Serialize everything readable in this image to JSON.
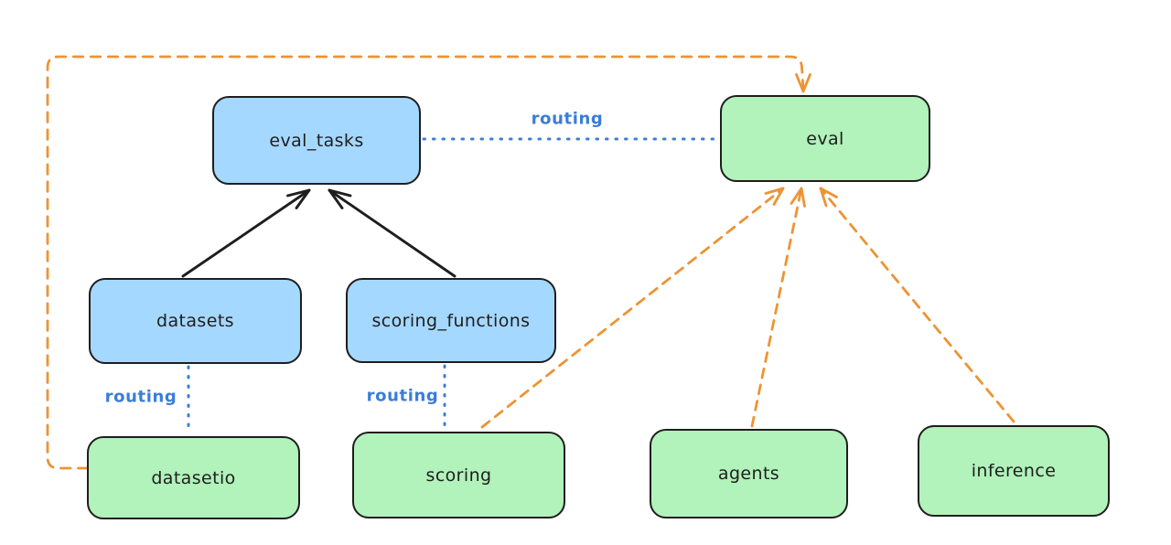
{
  "colors": {
    "background": "#ffffff",
    "node_stroke": "#1e1e1e",
    "blue_fill": "#a5d8ff",
    "green_fill": "#b2f2bb",
    "routing_blue": "#3b7dd8",
    "orange": "#ec9434"
  },
  "nodes": [
    {
      "id": "eval_tasks",
      "label": "eval_tasks",
      "fill": "blue"
    },
    {
      "id": "eval",
      "label": "eval",
      "fill": "green"
    },
    {
      "id": "datasets",
      "label": "datasets",
      "fill": "blue"
    },
    {
      "id": "scoring_functions",
      "label": "scoring_functions",
      "fill": "blue"
    },
    {
      "id": "datasetio",
      "label": "datasetio",
      "fill": "green"
    },
    {
      "id": "scoring",
      "label": "scoring",
      "fill": "green"
    },
    {
      "id": "agents",
      "label": "agents",
      "fill": "green"
    },
    {
      "id": "inference",
      "label": "inference",
      "fill": "green"
    }
  ],
  "edges": [
    {
      "from": "datasets",
      "to": "eval_tasks",
      "style": "solid",
      "color": "black",
      "arrow": true,
      "label": ""
    },
    {
      "from": "scoring_functions",
      "to": "eval_tasks",
      "style": "solid",
      "color": "black",
      "arrow": true,
      "label": ""
    },
    {
      "from": "eval_tasks",
      "to": "eval",
      "style": "dotted",
      "color": "blue",
      "arrow": false,
      "label": "routing"
    },
    {
      "from": "datasets",
      "to": "datasetio",
      "style": "dotted",
      "color": "blue",
      "arrow": false,
      "label": "routing"
    },
    {
      "from": "scoring_functions",
      "to": "scoring",
      "style": "dotted",
      "color": "blue",
      "arrow": false,
      "label": "routing"
    },
    {
      "from": "datasetio",
      "to": "eval",
      "style": "dashed",
      "color": "orange",
      "arrow": true,
      "path": "around-left-and-top",
      "label": ""
    },
    {
      "from": "scoring",
      "to": "eval",
      "style": "dashed",
      "color": "orange",
      "arrow": true,
      "label": ""
    },
    {
      "from": "agents",
      "to": "eval",
      "style": "dashed",
      "color": "orange",
      "arrow": true,
      "label": ""
    },
    {
      "from": "inference",
      "to": "eval",
      "style": "dashed",
      "color": "orange",
      "arrow": true,
      "label": ""
    }
  ]
}
